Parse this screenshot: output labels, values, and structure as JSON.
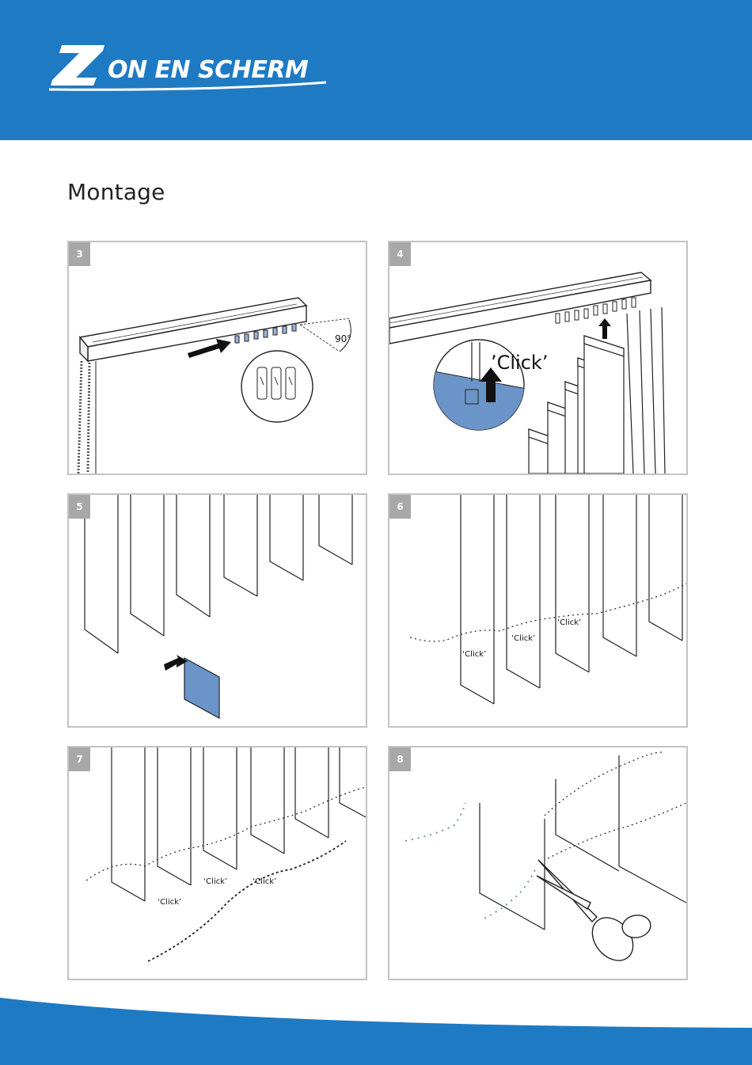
{
  "brand": {
    "logo_text": "ZON EN SCHERM",
    "color": "#1f7ac4",
    "highlight": "#6b94c8"
  },
  "page": {
    "title": "Montage"
  },
  "steps": [
    {
      "number": "3",
      "labels": [
        "90°"
      ]
    },
    {
      "number": "4",
      "labels": [
        "’Click’"
      ]
    },
    {
      "number": "5",
      "labels": []
    },
    {
      "number": "6",
      "labels": [
        "‘Click’",
        "‘Click’",
        "‘Click’"
      ]
    },
    {
      "number": "7",
      "labels": [
        "‘Click’",
        "‘Click’",
        "‘Click’"
      ]
    },
    {
      "number": "8",
      "labels": []
    }
  ]
}
